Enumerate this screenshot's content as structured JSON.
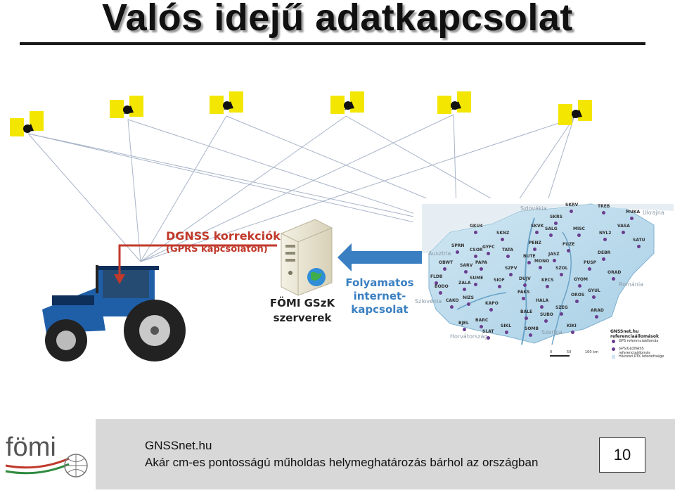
{
  "title": "Valós idejű adatkapcsolat",
  "dgnss": {
    "title": "DGNSS korrekciók",
    "subtitle": "(GPRS kapcsolaton)"
  },
  "server": {
    "line1": "FÖMI GSzK",
    "line2": "szerverek"
  },
  "stream": {
    "line1": "Folyamatos",
    "line2": "internet-",
    "line3": "kapcsolat"
  },
  "map": {
    "countries": [
      "Szlovákia",
      "Ukrajna",
      "Ausztria",
      "Szlovénia",
      "Horvátország",
      "Szerbia",
      "Románia"
    ],
    "stations": [
      "SKRV",
      "TREB",
      "MUKA",
      "SKRS",
      "SKVK",
      "SALG",
      "MISC",
      "VASA",
      "GKU4",
      "SKNZ",
      "PENZ",
      "FUZE",
      "NYL2",
      "SATU",
      "SPRN",
      "CSOR",
      "GYFC",
      "TATA",
      "BUTE",
      "JASZ",
      "DEBR",
      "OBWT",
      "SARV",
      "PAPA",
      "MONO",
      "PUSP",
      "SZFV",
      "SZOL",
      "ORAD",
      "FLDB",
      "SUME",
      "DUJV",
      "KECS",
      "GYOM",
      "BODO",
      "ZALA",
      "SIOF",
      "OROS",
      "GYUL",
      "PAKS",
      "CAKO",
      "NIZS",
      "KAPO",
      "HALA",
      "SZEG",
      "BALE",
      "ARAD",
      "BJEL",
      "BARC",
      "SIKL",
      "SUBO",
      "KIKI",
      "SLAT",
      "SOMB"
    ],
    "legend_title": "GNSSnet.hu referenciaállomások",
    "legend_items": [
      "GPS referenciaállomás",
      "GPS/GLONASS referenciaállomás",
      "Hálózati RTK lefedettsége"
    ],
    "scale_labels": [
      "0",
      "50",
      "100 km"
    ]
  },
  "footer": {
    "site": "GNSSnet.hu",
    "tagline": "Akár cm-es pontosságú műholdas helymeghatározás bárhol az országban",
    "page_number": "10",
    "logo_text": "fömi"
  },
  "colors": {
    "arrow_red": "#c0392b",
    "arrow_blue": "#3a7fc1",
    "satellite_yellow": "#f3e600",
    "tractor_blue": "#1f5fa8",
    "footer_bg": "#d8d8d8"
  }
}
